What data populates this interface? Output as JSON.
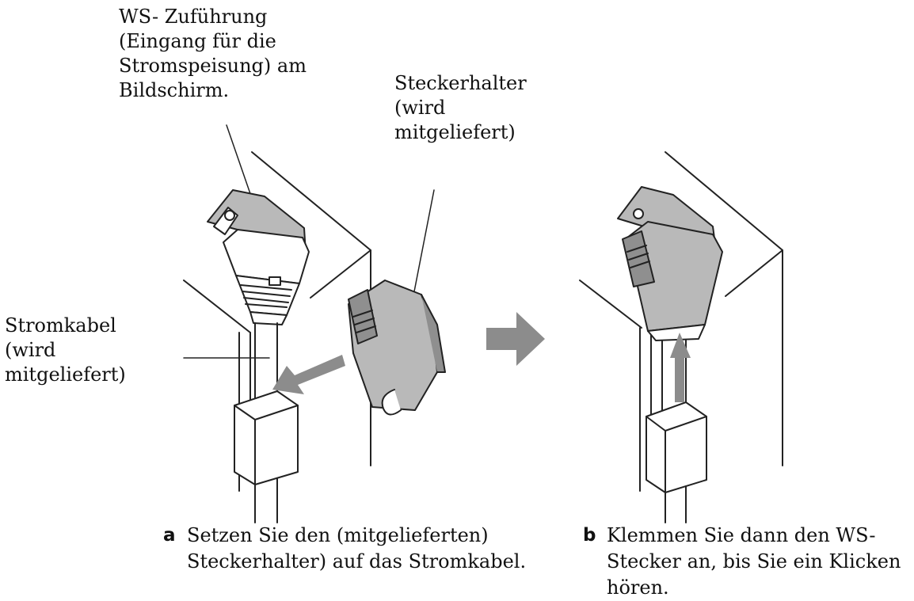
{
  "labels": {
    "ws_inlet": [
      "WS- Zuführung",
      "(Eingang für die",
      "Stromspeisung) am",
      "Bildschirm."
    ],
    "plug_holder": [
      "Steckerhalter",
      "(wird",
      "mitgeliefert)"
    ],
    "power_cable": [
      "Stromkabel",
      "(wird",
      "mitgeliefert)"
    ]
  },
  "steps": {
    "a": {
      "letter": "a",
      "lines": [
        "Setzen Sie den (mitgelieferten)",
        "Steckerhalter) auf das Stromkabel."
      ]
    },
    "b": {
      "letter": "b",
      "lines": [
        "Klemmen Sie dann den WS-",
        "Stecker an, bis Sie ein Klicken",
        "hören."
      ]
    }
  },
  "colors": {
    "line": "#222222",
    "fill_gray": "#b9b9b9",
    "fill_dark": "#8f8f8f",
    "arrow": "#8c8c8c"
  }
}
